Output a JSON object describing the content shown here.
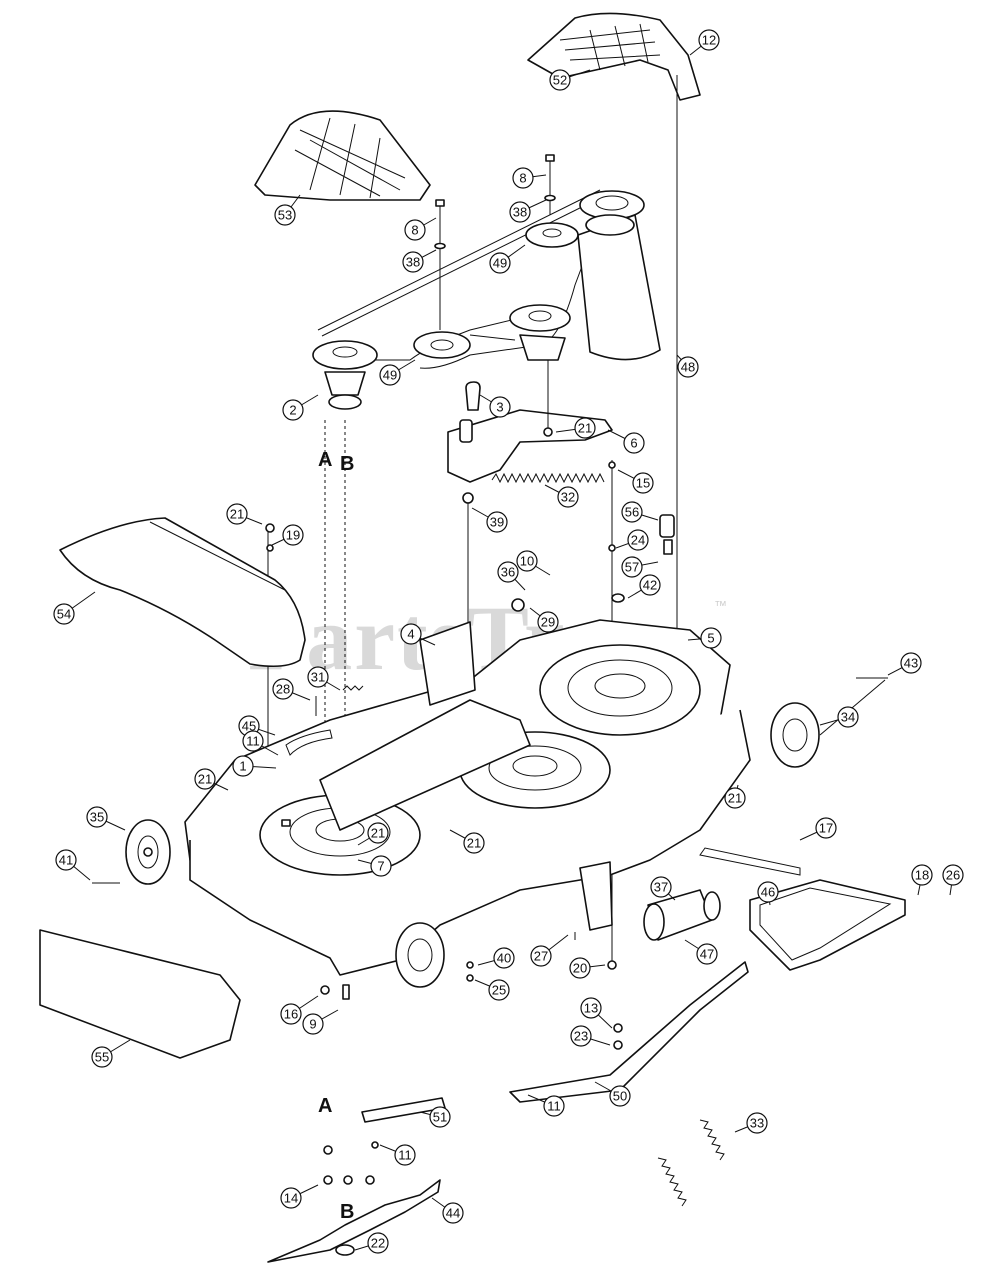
{
  "diagram": {
    "watermark": "PartsTree",
    "watermark_tm": "™",
    "section_letters": {
      "a_upper": "A",
      "b_upper": "B",
      "a_lower": "A",
      "b_lower": "B"
    },
    "callouts": {
      "c12": "12",
      "c52": "52",
      "c53": "53",
      "c8a": "8",
      "c38a": "38",
      "c8b": "8",
      "c38b": "38",
      "c49a": "49",
      "c49b": "49",
      "c48": "48",
      "c2": "2",
      "c3": "3",
      "c6": "6",
      "c21a": "21",
      "c15": "15",
      "c32": "32",
      "c39": "39",
      "c21b": "21",
      "c19": "19",
      "c56": "56",
      "c24": "24",
      "c10": "10",
      "c36": "36",
      "c57": "57",
      "c42": "42",
      "c29": "29",
      "c54": "54",
      "c4": "4",
      "c5": "5",
      "c43": "43",
      "c31": "31",
      "c28": "28",
      "c45": "45",
      "c34": "34",
      "c11a": "11",
      "c1": "1",
      "c21c": "21",
      "c21d": "21",
      "c17": "17",
      "c35": "35",
      "c21e": "21",
      "c7": "7",
      "c21f": "21",
      "c41": "41",
      "c46": "46",
      "c18": "18",
      "c26": "26",
      "c37": "37",
      "c47": "47",
      "c27": "27",
      "c40": "40",
      "c20": "20",
      "c25": "25",
      "c16": "16",
      "c9": "9",
      "c13": "13",
      "c23": "23",
      "c55": "55",
      "c11b": "11",
      "c50": "50",
      "c51": "51",
      "c11c": "11",
      "c33": "33",
      "c14": "14",
      "c44": "44",
      "c22": "22"
    }
  }
}
